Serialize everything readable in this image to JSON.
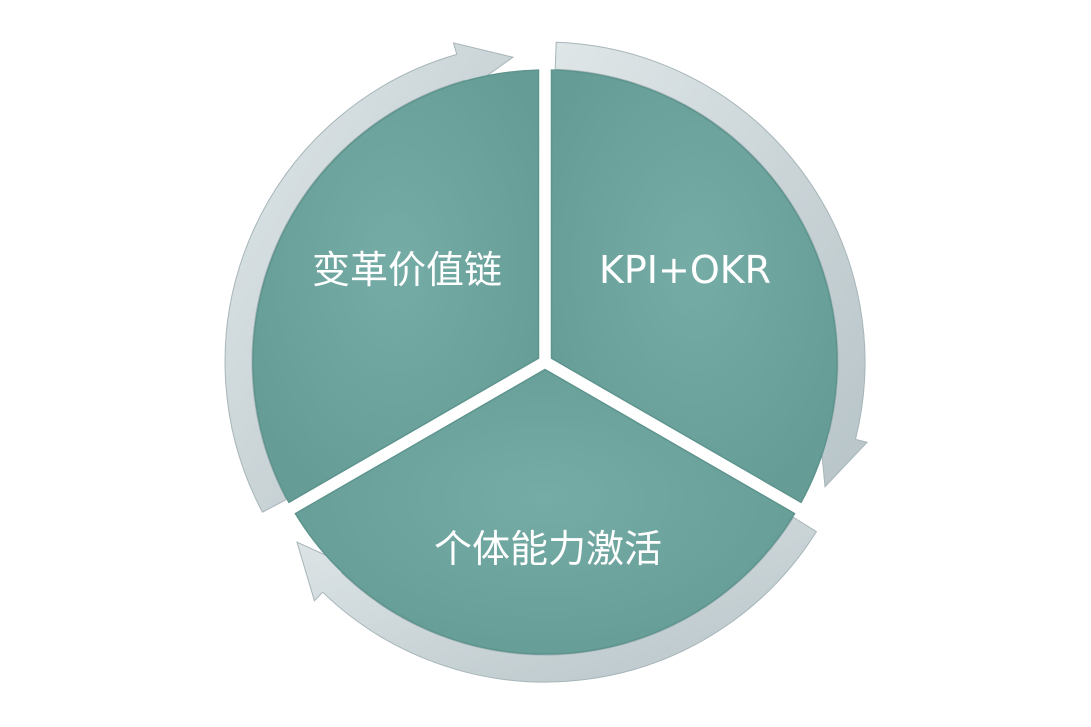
{
  "diagram": {
    "type": "cycle",
    "segments": [
      {
        "label": "变革价值链"
      },
      {
        "label": "KPI+OKR"
      },
      {
        "label": "个体能力激活"
      }
    ],
    "colors": {
      "segment_fill": "#6fa6a0",
      "segment_edge": "#5e948e",
      "arrow_fill": "#c9d3d6",
      "arrow_edge": "#a7b5b9",
      "label_text": "#ffffff",
      "background": "#ffffff"
    }
  }
}
